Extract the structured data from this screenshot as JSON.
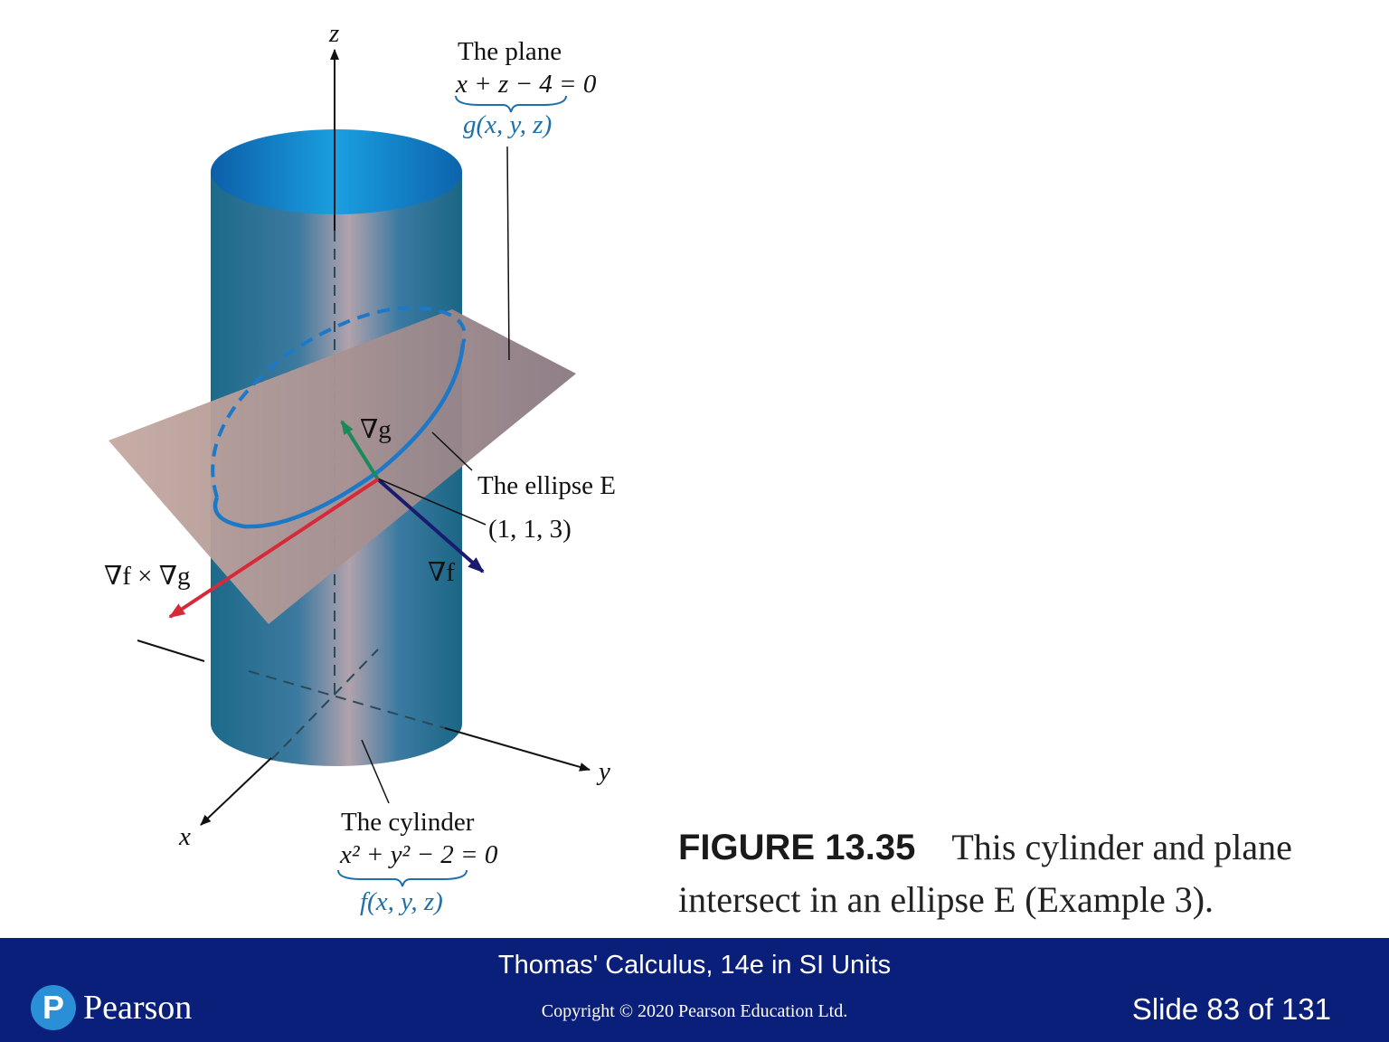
{
  "figure": {
    "axes": {
      "z": "z",
      "y": "y",
      "x": "x"
    },
    "plane": {
      "title": "The plane",
      "equation": "x + z − 4 = 0",
      "function": "g(x, y, z)"
    },
    "cylinder": {
      "title": "The cylinder",
      "equation": "x² + y² − 2 = 0",
      "function": "f(x, y, z)"
    },
    "ellipse_label": "The ellipse E",
    "point_label": "(1, 1, 3)",
    "vectors": {
      "grad_g": "∇g",
      "grad_f": "∇f",
      "cross": "∇f × ∇g"
    },
    "colors": {
      "cylinder": "#1f6e8c",
      "plane": "#b89a94",
      "grad_g": "#1a8a5a",
      "grad_f": "#1a1a6e",
      "cross": "#d62a3a",
      "ellipse": "#1e78c8"
    }
  },
  "caption": {
    "figure_number": "FIGURE 13.35",
    "text": "This cylinder and plane intersect in an ellipse E (Example 3)."
  },
  "footer": {
    "book_title": "Thomas' Calculus, 14e in SI Units",
    "copyright": "Copyright © 2020 Pearson Education Ltd.",
    "slide_number": "Slide 83 of 131",
    "logo_text": "Pearson",
    "logo_letter": "P"
  }
}
